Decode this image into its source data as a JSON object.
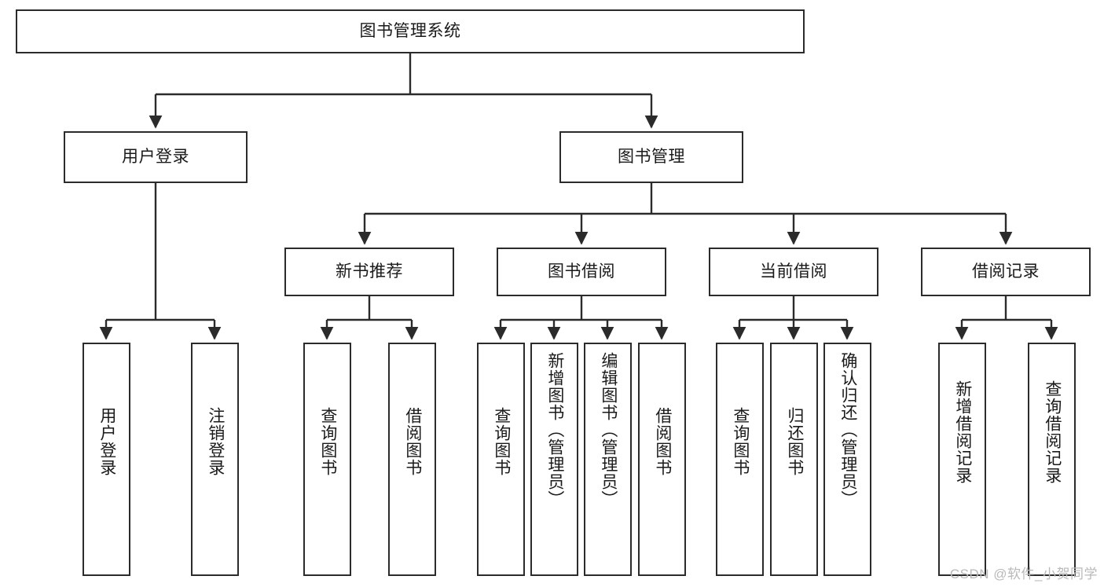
{
  "diagram": {
    "title": "图书管理系统",
    "type": "hierarchy-tree",
    "watermark": "CSDN @软件_小贺同学",
    "colors": {
      "border": "#2b2b2b",
      "background": "#ffffff",
      "text": "#1a1a1a",
      "watermark": "#b9b9b9"
    }
  },
  "nodes": {
    "root": {
      "label": "图书管理系统"
    },
    "level2": [
      {
        "id": "user-login",
        "label": "用户登录"
      },
      {
        "id": "book-manage",
        "label": "图书管理"
      }
    ],
    "level3": [
      {
        "id": "new-book-recommend",
        "label": "新书推荐"
      },
      {
        "id": "book-borrow",
        "label": "图书借阅"
      },
      {
        "id": "current-borrow",
        "label": "当前借阅"
      },
      {
        "id": "borrow-record",
        "label": "借阅记录"
      }
    ],
    "leaves": {
      "user_login": [
        {
          "id": "leaf-user-login",
          "label": "用户登录"
        },
        {
          "id": "leaf-logout-login",
          "label": "注销登录"
        }
      ],
      "new_book_recommend": [
        {
          "id": "leaf-query-book-1",
          "label": "查询图书"
        },
        {
          "id": "leaf-borrow-book-1",
          "label": "借阅图书"
        }
      ],
      "book_borrow": [
        {
          "id": "leaf-query-book-2",
          "label": "查询图书"
        },
        {
          "id": "leaf-add-book",
          "label": "新增图书（管理员）"
        },
        {
          "id": "leaf-edit-book",
          "label": "编辑图书（管理员）"
        },
        {
          "id": "leaf-borrow-book-2",
          "label": "借阅图书"
        }
      ],
      "current_borrow": [
        {
          "id": "leaf-query-book-3",
          "label": "查询图书"
        },
        {
          "id": "leaf-return-book",
          "label": "归还图书"
        },
        {
          "id": "leaf-confirm-return",
          "label": "确认归还（管理员）"
        }
      ],
      "borrow_record": [
        {
          "id": "leaf-add-record",
          "label": "新增借阅记录"
        },
        {
          "id": "leaf-query-record",
          "label": "查询借阅记录"
        }
      ]
    }
  },
  "chart_data": {
    "type": "table",
    "title": "图书管理系统",
    "structure": "tree",
    "levels": [
      {
        "level": 1,
        "items": [
          "图书管理系统"
        ]
      },
      {
        "level": 2,
        "items": [
          "用户登录",
          "图书管理"
        ]
      },
      {
        "level": 3,
        "items": [
          "新书推荐",
          "图书借阅",
          "当前借阅",
          "借阅记录"
        ]
      },
      {
        "level": 4,
        "items": [
          "用户登录",
          "注销登录",
          "查询图书",
          "借阅图书",
          "查询图书",
          "新增图书（管理员）",
          "编辑图书（管理员）",
          "借阅图书",
          "查询图书",
          "归还图书",
          "确认归还（管理员）",
          "新增借阅记录",
          "查询借阅记录"
        ]
      }
    ],
    "edges": [
      {
        "from": "图书管理系统",
        "to": "用户登录"
      },
      {
        "from": "图书管理系统",
        "to": "图书管理"
      },
      {
        "from": "用户登录",
        "to": "用户登录"
      },
      {
        "from": "用户登录",
        "to": "注销登录"
      },
      {
        "from": "图书管理",
        "to": "新书推荐"
      },
      {
        "from": "图书管理",
        "to": "图书借阅"
      },
      {
        "from": "图书管理",
        "to": "当前借阅"
      },
      {
        "from": "图书管理",
        "to": "借阅记录"
      },
      {
        "from": "新书推荐",
        "to": "查询图书"
      },
      {
        "from": "新书推荐",
        "to": "借阅图书"
      },
      {
        "from": "图书借阅",
        "to": "查询图书"
      },
      {
        "from": "图书借阅",
        "to": "新增图书（管理员）"
      },
      {
        "from": "图书借阅",
        "to": "编辑图书（管理员）"
      },
      {
        "from": "图书借阅",
        "to": "借阅图书"
      },
      {
        "from": "当前借阅",
        "to": "查询图书"
      },
      {
        "from": "当前借阅",
        "to": "归还图书"
      },
      {
        "from": "当前借阅",
        "to": "确认归还（管理员）"
      },
      {
        "from": "借阅记录",
        "to": "新增借阅记录"
      },
      {
        "from": "借阅记录",
        "to": "查询借阅记录"
      }
    ]
  }
}
